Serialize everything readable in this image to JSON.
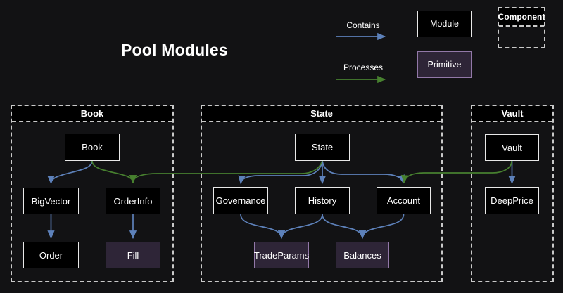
{
  "title": "Pool Modules",
  "legend": {
    "contains": "Contains",
    "processes": "Processes",
    "module": "Module",
    "primitive": "Primitive",
    "component": "Component"
  },
  "colors": {
    "background": "#121214",
    "node_fill": "#000000",
    "node_border": "#e8e8e8",
    "primitive_fill": "#2e2537",
    "primitive_border": "#9278a8",
    "container_border": "#c9c9c9",
    "contains_edge": "#5d81ba",
    "processes_edge": "#47802f",
    "text": "#ffffff"
  },
  "containers": {
    "book": {
      "label": "Book"
    },
    "state": {
      "label": "State"
    },
    "vault": {
      "label": "Vault"
    }
  },
  "nodes": {
    "book": {
      "label": "Book",
      "kind": "module"
    },
    "bigvector": {
      "label": "BigVector",
      "kind": "module"
    },
    "orderinfo": {
      "label": "OrderInfo",
      "kind": "module"
    },
    "order": {
      "label": "Order",
      "kind": "module"
    },
    "fill": {
      "label": "Fill",
      "kind": "primitive"
    },
    "state": {
      "label": "State",
      "kind": "module"
    },
    "governance": {
      "label": "Governance",
      "kind": "module"
    },
    "history": {
      "label": "History",
      "kind": "module"
    },
    "account": {
      "label": "Account",
      "kind": "module"
    },
    "tradeparams": {
      "label": "TradeParams",
      "kind": "primitive"
    },
    "balances": {
      "label": "Balances",
      "kind": "primitive"
    },
    "vault": {
      "label": "Vault",
      "kind": "module"
    },
    "deepprice": {
      "label": "DeepPrice",
      "kind": "module"
    }
  },
  "edges": [
    {
      "from": "Book",
      "to": "BigVector",
      "type": "contains"
    },
    {
      "from": "Book",
      "to": "OrderInfo",
      "type": "processes"
    },
    {
      "from": "BigVector",
      "to": "Order",
      "type": "contains"
    },
    {
      "from": "OrderInfo",
      "to": "Fill",
      "type": "contains"
    },
    {
      "from": "State",
      "to": "Governance",
      "type": "contains"
    },
    {
      "from": "State",
      "to": "History",
      "type": "contains"
    },
    {
      "from": "State",
      "to": "Account",
      "type": "contains"
    },
    {
      "from": "State",
      "to": "OrderInfo",
      "type": "processes"
    },
    {
      "from": "Governance",
      "to": "TradeParams",
      "type": "contains"
    },
    {
      "from": "History",
      "to": "TradeParams",
      "type": "contains"
    },
    {
      "from": "History",
      "to": "Balances",
      "type": "contains"
    },
    {
      "from": "Account",
      "to": "Balances",
      "type": "contains"
    },
    {
      "from": "Vault",
      "to": "DeepPrice",
      "type": "contains"
    },
    {
      "from": "Vault",
      "to": "Account",
      "type": "processes"
    }
  ]
}
